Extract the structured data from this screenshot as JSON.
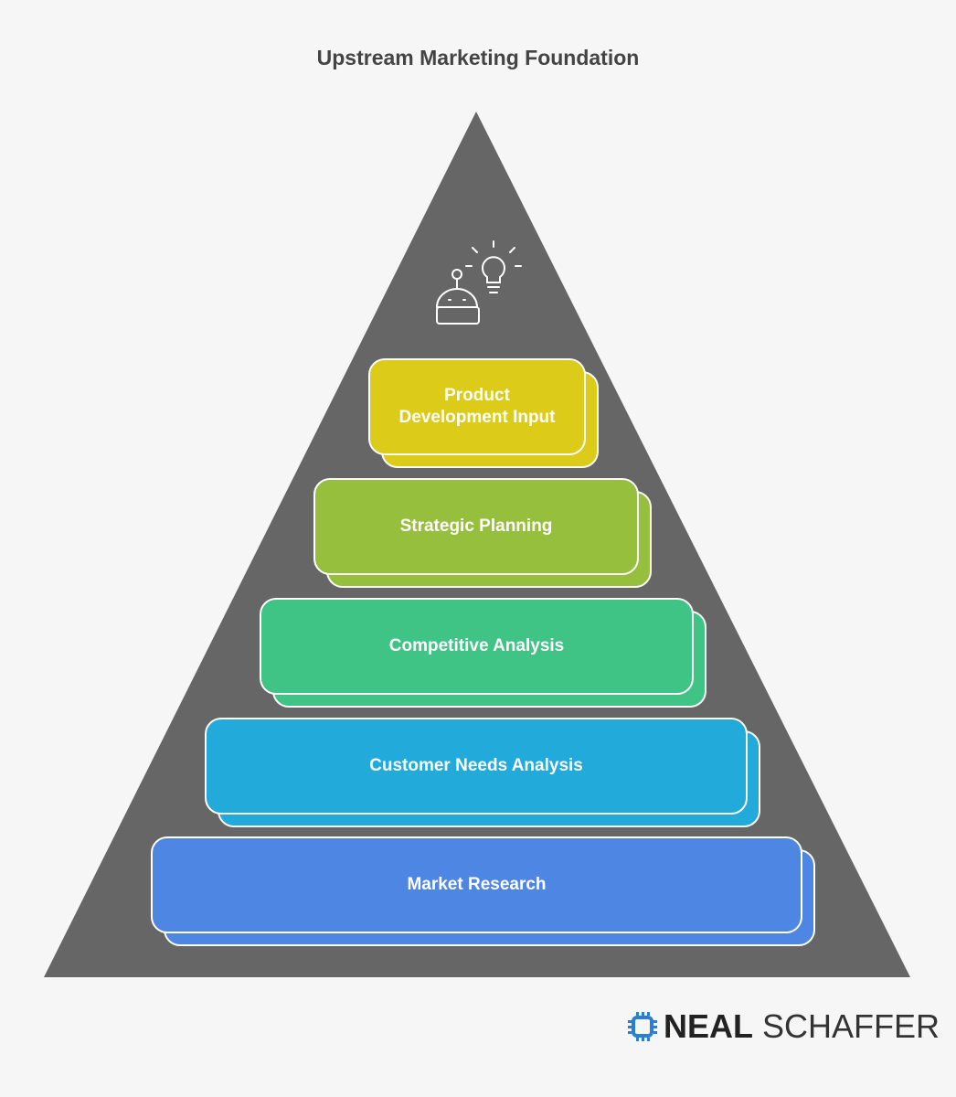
{
  "title": "Upstream Marketing Foundation",
  "layers": [
    {
      "label": "Product\nDevelopment Input",
      "color": "#dccb19"
    },
    {
      "label": "Strategic Planning",
      "color": "#95bf3c"
    },
    {
      "label": "Competitive Analysis",
      "color": "#3fc485"
    },
    {
      "label": "Customer Needs Analysis",
      "color": "#22aadb"
    },
    {
      "label": "Market Research",
      "color": "#4e86e4"
    }
  ],
  "pyramid_color": "#666666",
  "icons": [
    "robot-icon",
    "lightbulb-icon"
  ],
  "brand": {
    "first": "NEAL",
    "last": "SCHAFFER",
    "accent": "#2a7fd4"
  }
}
